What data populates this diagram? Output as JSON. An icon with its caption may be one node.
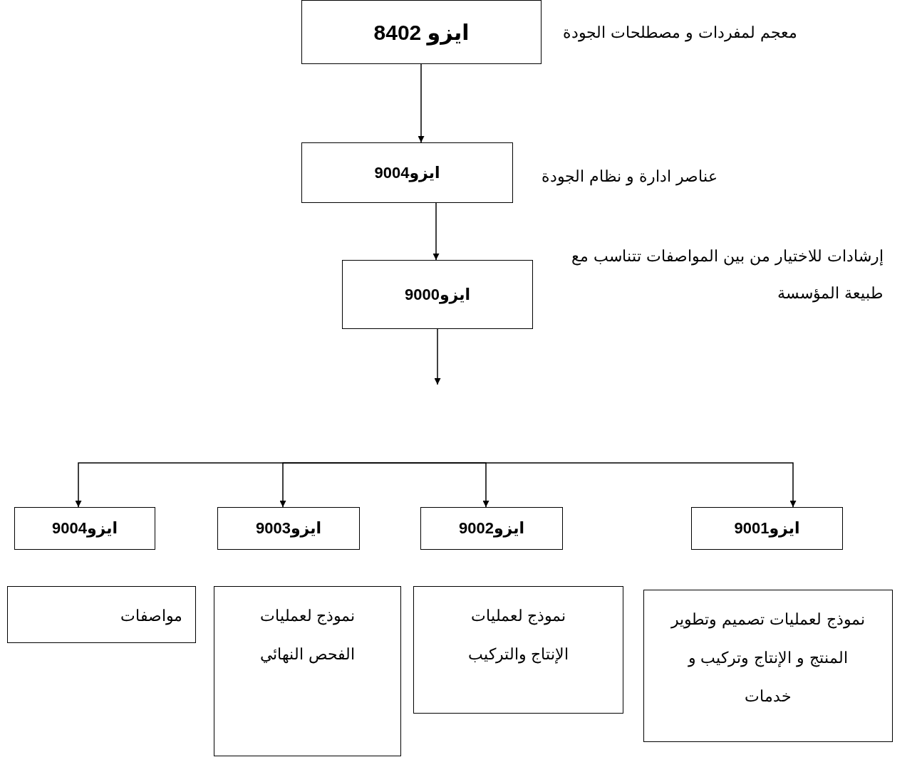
{
  "diagram": {
    "nodes": [
      {
        "text": [
          "ايزو 8402"
        ],
        "beside": [
          "معجم لمفردات و مصطلحات الجودة"
        ]
      },
      {
        "text": [
          "ايزو9004"
        ],
        "beside": [
          "عناصر ادارة و نظام الجودة"
        ]
      },
      {
        "text": [
          "ايزو9000"
        ],
        "beside": [
          "إرشادات للاختيار من بين المواصفات تتناسب مع طبيعة المؤسسة"
        ]
      },
      {
        "text": [
          "ايزو9001"
        ]
      },
      {
        "text": [
          "ايزو9002"
        ]
      },
      {
        "text": [
          "ايزو9003"
        ]
      },
      {
        "text": [
          "ايزو9004"
        ]
      },
      {
        "text": [
          "نموذج لعمليات تصميم وتطوير المنتج و الإنتاج وتركيب و خدمات"
        ]
      },
      {
        "text": [
          "نموذج لعمليات الإنتاج والتركيب"
        ]
      },
      {
        "text": [
          "نموذج لعمليات الفحص النهائي"
        ]
      },
      {
        "text": [
          "مواصفات"
        ]
      }
    ],
    "edges": [
      {
        "from": 0,
        "to": 1,
        "arrow": "to"
      },
      {
        "from": 1,
        "to": 2,
        "arrow": "to"
      },
      {
        "from": 2,
        "to": null,
        "arrow": "to"
      },
      {
        "from": null,
        "to": 3,
        "arrow": "to"
      },
      {
        "from": null,
        "to": 4,
        "arrow": "to"
      },
      {
        "from": null,
        "to": 5,
        "arrow": "to"
      },
      {
        "from": null,
        "to": 6,
        "arrow": "to"
      }
    ]
  }
}
